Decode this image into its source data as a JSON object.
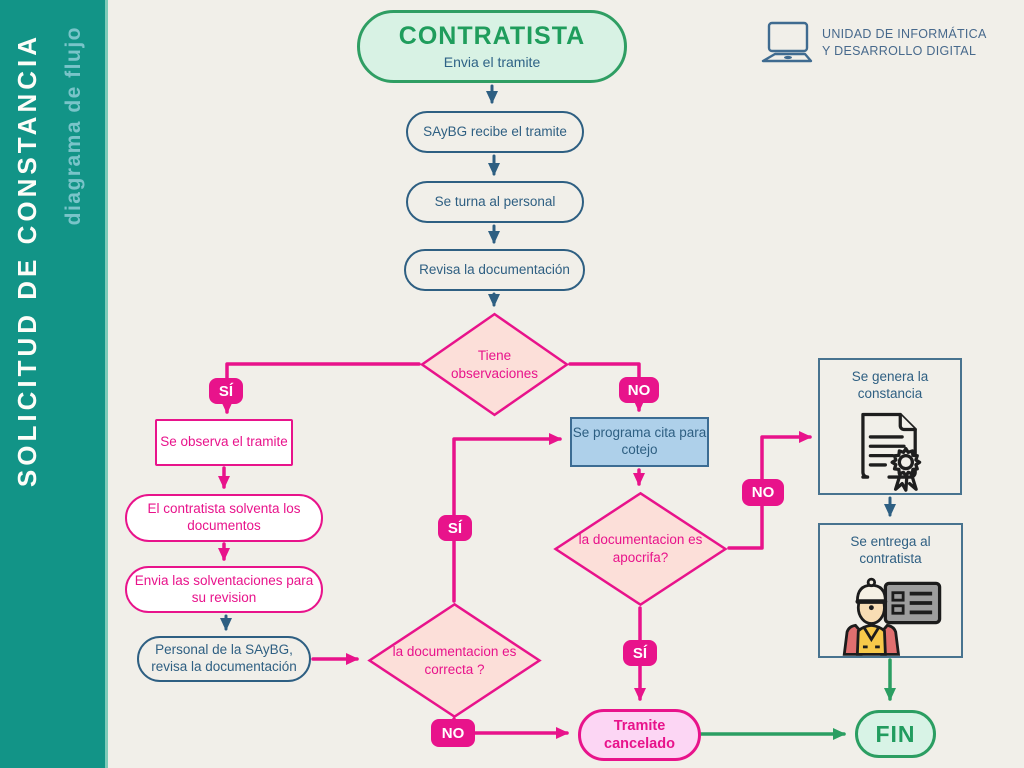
{
  "sidebar": {
    "title": "SOLICITUD DE CONSTANCIA",
    "subtitle": "diagrama de flujo"
  },
  "header": {
    "org_line1": "UNIDAD DE INFORMÁTICA",
    "org_line2": "Y DESARROLLO DIGITAL",
    "icon": "laptop-icon"
  },
  "colors": {
    "sidebar_teal": "#129487",
    "magenta": "#e8138b",
    "blue": "#2e5f82",
    "green": "#2b9e62",
    "start_fill": "#d8f2e4",
    "diamond_fill": "#fcdfd9",
    "cancel_fill": "#fcd6f4",
    "schedule_fill": "#aed0ea",
    "background": "#f1efe9"
  },
  "flow": {
    "start": {
      "title": "CONTRATISTA",
      "subtitle": "Envia el tramite"
    },
    "receive": {
      "label": "SAyBG recibe el tramite"
    },
    "assign": {
      "label": "Se turna al personal"
    },
    "review": {
      "label": "Revisa la documentación"
    },
    "decision_observations": {
      "label": "Tiene observaciones"
    },
    "observe": {
      "label": "Se observa el tramite"
    },
    "solve": {
      "label": "El contratista solventa los documentos"
    },
    "send_solutions": {
      "label": "Envia las solventaciones para su revision"
    },
    "staff_review": {
      "label": "Personal de la SAyBG, revisa la documentación"
    },
    "decision_correct": {
      "label": "la documentacion es correcta ?"
    },
    "schedule": {
      "label": "Se programa cita para cotejo"
    },
    "decision_apocrifa": {
      "label": "la documentacion es apocrifa?"
    },
    "generate": {
      "label": "Se genera la constancia",
      "icon": "certificate-icon"
    },
    "deliver": {
      "label": "Se entrega al contratista",
      "icon": "worker-id-icon"
    },
    "cancel": {
      "label": "Tramite cancelado"
    },
    "end": {
      "label": "FIN"
    }
  },
  "branch_labels": {
    "observations_yes": "SÍ",
    "observations_no": "NO",
    "correct_yes": "SÍ",
    "correct_no": "NO",
    "apocrifa_yes": "SÍ",
    "apocrifa_no": "NO"
  }
}
